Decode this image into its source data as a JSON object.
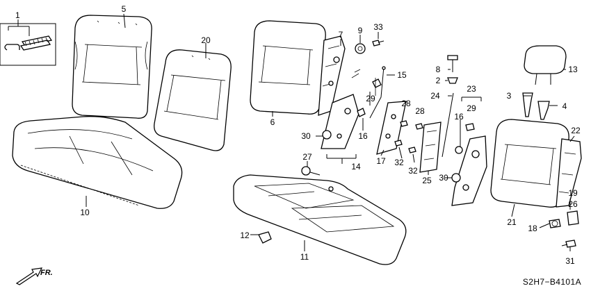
{
  "diagram": {
    "callouts": {
      "c1": "1",
      "c2": "2",
      "c3": "3",
      "c4": "4",
      "c5": "5",
      "c6": "6",
      "c7": "7",
      "c8": "8",
      "c9": "9",
      "c10": "10",
      "c11": "11",
      "c12": "12",
      "c13": "13",
      "c14": "14",
      "c15": "15",
      "c16a": "16",
      "c16b": "16",
      "c17": "17",
      "c18": "18",
      "c19": "19",
      "c20": "20",
      "c21": "21",
      "c22": "22",
      "c23": "23",
      "c24": "24",
      "c25": "25",
      "c26": "26",
      "c27": "27",
      "c28a": "28",
      "c28b": "28",
      "c29a": "29",
      "c29b": "29",
      "c30a": "30",
      "c30b": "30",
      "c31": "31",
      "c32a": "32",
      "c32b": "32",
      "c33": "33"
    },
    "diagram_code": "S2H7−B4101A",
    "direction_label": "FR."
  }
}
